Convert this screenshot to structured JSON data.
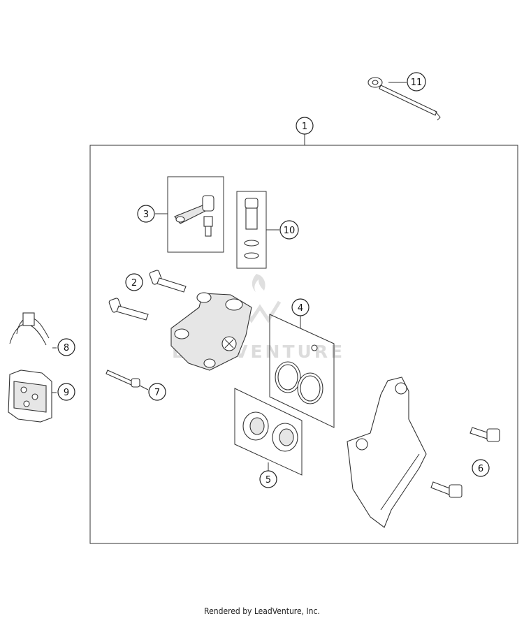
{
  "callouts": [
    {
      "id": "1",
      "label": "1"
    },
    {
      "id": "2",
      "label": "2"
    },
    {
      "id": "3",
      "label": "3"
    },
    {
      "id": "4",
      "label": "4"
    },
    {
      "id": "5",
      "label": "5"
    },
    {
      "id": "6",
      "label": "6"
    },
    {
      "id": "7",
      "label": "7"
    },
    {
      "id": "8",
      "label": "8"
    },
    {
      "id": "9",
      "label": "9"
    },
    {
      "id": "10",
      "label": "10"
    },
    {
      "id": "11",
      "label": "11"
    }
  ],
  "watermark": {
    "text": "LEADVENTURE"
  },
  "footer": {
    "credit": "Rendered by LeadVenture, Inc."
  }
}
